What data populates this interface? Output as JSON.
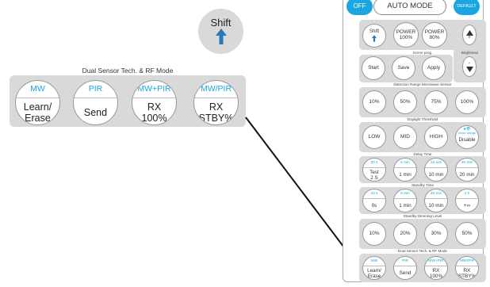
{
  "zoom": {
    "shift_label": "Shift",
    "section_title": "Dual Sensor Tech. & RF Mode",
    "buttons": [
      {
        "header": "MW",
        "line1": "Learn/",
        "line2": "Erase"
      },
      {
        "header": "PIR",
        "line1": "Send",
        "line2": ""
      },
      {
        "header": "MW+PIR",
        "line1": "RX",
        "line2": "100%"
      },
      {
        "header": "MW/PIR",
        "line1": "RX",
        "line2": "STBY%"
      }
    ]
  },
  "remote": {
    "top": {
      "off_label": "OFF",
      "auto_label": "AUTO MODE",
      "default_label": "DEFAULT"
    },
    "shift_label": "Shift",
    "power_100": {
      "line1": "POWER",
      "line2": "100%"
    },
    "power_80": {
      "line1": "POWER",
      "line2": "80%"
    },
    "brightness_label": "Brightness",
    "plus": "+",
    "minus": "-",
    "scene_title": "Scene prog.",
    "scene_buttons": [
      "Start",
      "Save",
      "Apply"
    ],
    "range_title": "Detection Range Microwave Sensor",
    "range_buttons": [
      "10%",
      "50%",
      "75%",
      "100%"
    ],
    "daylight_title": "Daylight Threshold",
    "daylight_buttons": [
      "LOW",
      "MID",
      "HIGH"
    ],
    "disable": {
      "header": "Sensor settings",
      "label": "Disable"
    },
    "delay_title": "Delay Time",
    "delay_buttons": [
      {
        "header": "30 s",
        "line1": "Test",
        "line2": "2 S"
      },
      {
        "header": "5 min",
        "line1": "1 min",
        "line2": ""
      },
      {
        "header": "15 min",
        "line1": "10 min",
        "line2": ""
      },
      {
        "header": "30 min",
        "line1": "20 min",
        "line2": ""
      }
    ],
    "standby_title": "Standby Time",
    "standby_buttons": [
      {
        "header": "10 s",
        "line1": "0s",
        "line2": ""
      },
      {
        "header": "5 min",
        "line1": "1 min",
        "line2": ""
      },
      {
        "header": "30 min",
        "line1": "10 min",
        "line2": ""
      },
      {
        "header": "1 h",
        "line1": "+∞",
        "line2": ""
      }
    ],
    "dimming_title": "Standby Dimming Level",
    "dimming_buttons": [
      "10%",
      "20%",
      "30%",
      "50%"
    ],
    "rf_title": "Dual Sensor Tech. & RF Mode",
    "rf_buttons": [
      {
        "header": "MW",
        "line1": "Learn/",
        "line2": "Erase"
      },
      {
        "header": "PIR",
        "line1": "Send",
        "line2": ""
      },
      {
        "header": "MW+PIR",
        "line1": "RX",
        "line2": "100%"
      },
      {
        "header": "MW/PIR",
        "line1": "RX",
        "line2": "STBY%"
      }
    ]
  },
  "colors": {
    "accent": "#1aa6e0",
    "panel": "#d9d9d9",
    "shift_arrow": "#2b78b8"
  }
}
